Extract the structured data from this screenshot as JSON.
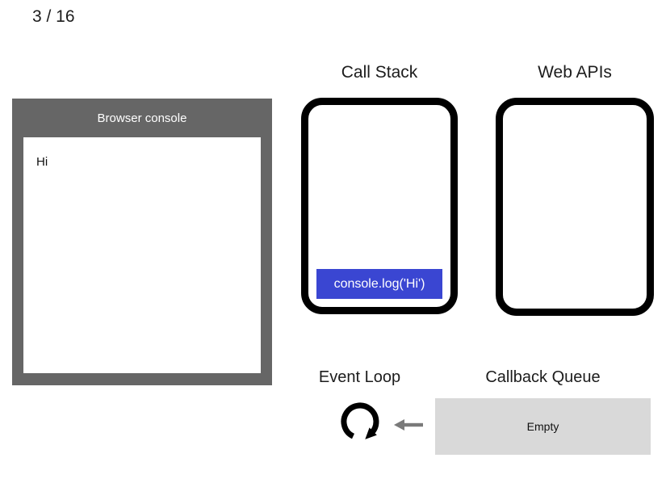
{
  "slide_counter": "3 / 16",
  "browser_console": {
    "title": "Browser console",
    "log_lines": [
      "Hi"
    ]
  },
  "call_stack": {
    "title": "Call Stack",
    "frames": [
      "console.log('Hi')"
    ]
  },
  "web_apis": {
    "title": "Web APIs",
    "items": []
  },
  "event_loop": {
    "title": "Event Loop",
    "icon": "circular-arrow-clockwise"
  },
  "callback_queue": {
    "title": "Callback Queue",
    "status": "Empty"
  },
  "icons": {
    "between_loop_and_queue": "left-arrow"
  },
  "colors": {
    "frame_gray": "#666666",
    "stack_item_blue": "#3a46d2",
    "queue_gray": "#d9d9d9",
    "arrow_gray": "#7a7a7a",
    "border_black": "#000000"
  }
}
